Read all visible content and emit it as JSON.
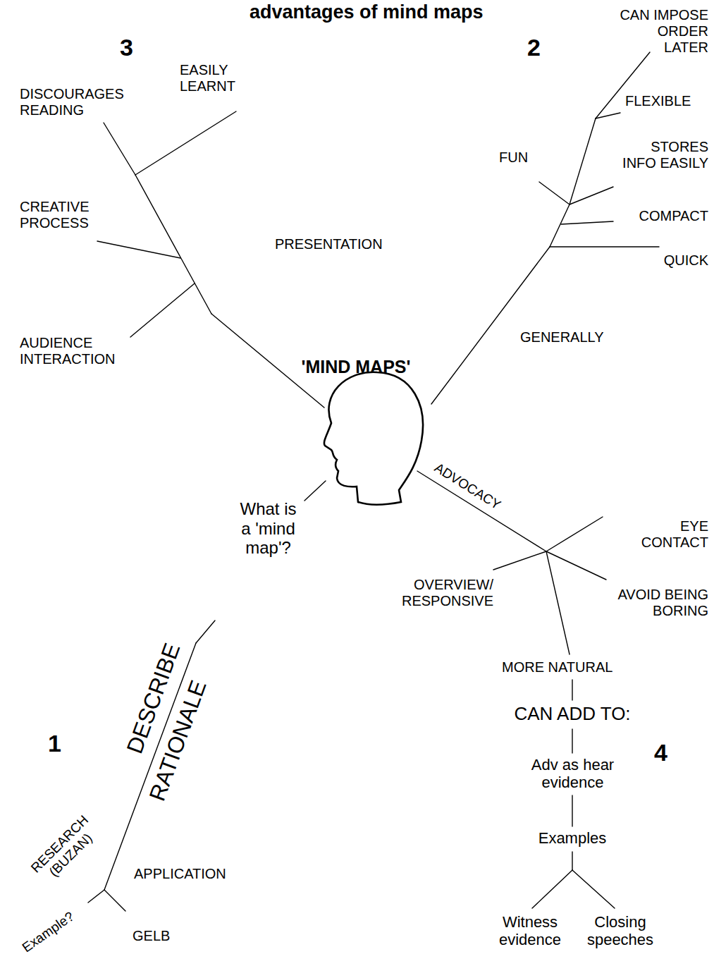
{
  "diagram": {
    "title": "advantages of mind maps",
    "labels": [
      "3",
      "EASILY LEARNT",
      "2",
      "CAN IMPOSE ORDER LATER",
      "DISCOURAGES READING",
      "FLEXIBLE",
      "FUN",
      "STORES INFO EASILY",
      "CREATIVE PROCESS",
      "COMPACT",
      "PRESENTATION",
      "QUICK",
      "GENERALLY",
      "AUDIENCE INTERACTION",
      "'MIND MAPS'",
      "ADVOCACY",
      "What is a 'mind map'?",
      "EYE CONTACT",
      "OVERVIEW/ RESPONSIVE",
      "AVOID BEING BORING",
      "MORE NATURAL",
      "CAN ADD TO:",
      "1",
      "DESCRIBE",
      "RATIONALE",
      "4",
      "Adv as hear evidence",
      "Examples",
      "RESEARCH (BUZAN)",
      "APPLICATION",
      "Example?",
      "GELB",
      "Witness evidence",
      "Closing speeches"
    ]
  }
}
